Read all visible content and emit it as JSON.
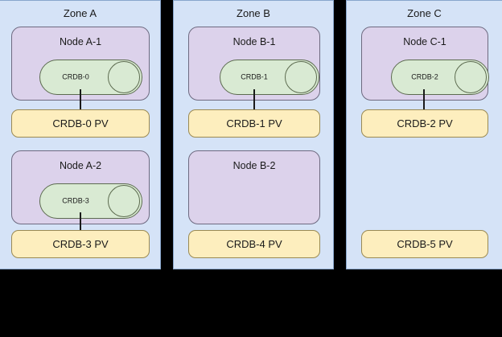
{
  "diagram": {
    "background_color": "#000000",
    "zone_color": "#d5e3f7",
    "node_color": "#dcd2eb",
    "db_color": "#d9ead3",
    "pv_color": "#fdeebe",
    "zones": [
      {
        "title": "Zone A",
        "nodes": [
          {
            "title": "Node A-1",
            "db": "CRDB-0",
            "has_db": true,
            "connected": true
          },
          {
            "title": "Node A-2",
            "db": "CRDB-3",
            "has_db": true,
            "connected": true
          }
        ],
        "volumes": [
          {
            "label": "CRDB-0 PV"
          },
          {
            "label": "CRDB-3 PV"
          }
        ]
      },
      {
        "title": "Zone B",
        "nodes": [
          {
            "title": "Node B-1",
            "db": "CRDB-1",
            "has_db": true,
            "connected": true
          },
          {
            "title": "Node B-2",
            "db": "",
            "has_db": false,
            "connected": false
          }
        ],
        "volumes": [
          {
            "label": "CRDB-1 PV"
          },
          {
            "label": "CRDB-4 PV"
          }
        ]
      },
      {
        "title": "Zone C",
        "nodes": [
          {
            "title": "Node C-1",
            "db": "CRDB-2",
            "has_db": true,
            "connected": true
          }
        ],
        "volumes": [
          {
            "label": "CRDB-2 PV"
          },
          {
            "label": "CRDB-5 PV"
          }
        ]
      }
    ]
  }
}
